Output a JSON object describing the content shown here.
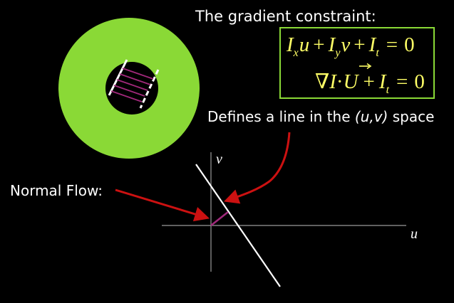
{
  "slide": {
    "heading": "The gradient constraint:",
    "equation_1": {
      "Ix": "I",
      "Ix_sub": "x",
      "u": "u",
      "plus1": "+",
      "Iy": "I",
      "Iy_sub": "y",
      "v": "v",
      "plus2": "+",
      "It": "I",
      "It_sub": "t",
      "eq": "=",
      "zero": "0"
    },
    "equation_2": {
      "nabla_I": "∇I",
      "dot": "·",
      "U": "U",
      "plus": "+",
      "It": "I",
      "It_sub": "t",
      "eq": "=",
      "zero": "0"
    },
    "line_caption_prefix": "Defines a line in the ",
    "line_caption_italic": "(u,v)",
    "line_caption_suffix": " space",
    "normal_flow_label": "Normal Flow:",
    "axis_v_label": "v",
    "axis_u_label": "u"
  },
  "colors": {
    "background": "#000000",
    "ring_fill": "#8ad936",
    "equation_text": "#ffff66",
    "equation_box_border": "#8ad936",
    "arrow_red": "#cc1111",
    "normal_flow_purple": "#a0287a",
    "text_white": "#ffffff",
    "axis_gray": "#9a9a9a",
    "stripe_white": "#ffffff"
  }
}
